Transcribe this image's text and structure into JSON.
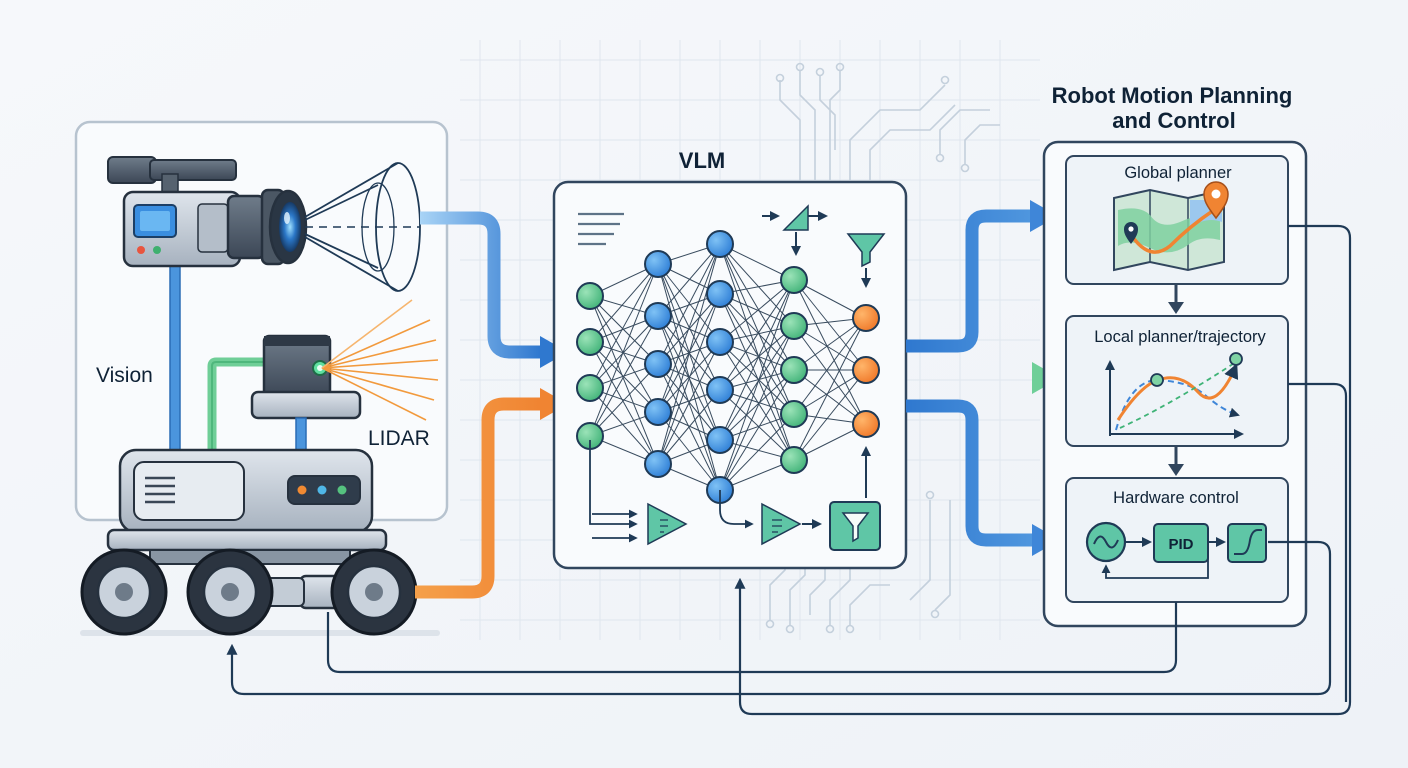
{
  "sensors": {
    "vision_label": "Vision",
    "lidar_label": "LIDAR"
  },
  "vlm": {
    "title": "VLM"
  },
  "planning": {
    "title_line1": "Robot Motion Planning",
    "title_line2": "and Control",
    "global_planner_label": "Global planner",
    "local_planner_label": "Local planner/trajectory",
    "hardware_control_label": "Hardware control",
    "pid_label": "PID"
  },
  "colors": {
    "navy": "#1f3a56",
    "blue": "#3f86d8",
    "green": "#5cc486",
    "orange": "#f18a32",
    "teal": "#5fc6a6",
    "panel_fill": "#f7f9fc",
    "panel_stroke": "#31465e"
  },
  "icons": [
    "video-camera-icon",
    "lidar-sensor-icon",
    "robot-vehicle-icon",
    "map-pin-icon",
    "funnel-icon",
    "amplifier-icon",
    "oscillator-icon",
    "step-response-icon"
  ]
}
